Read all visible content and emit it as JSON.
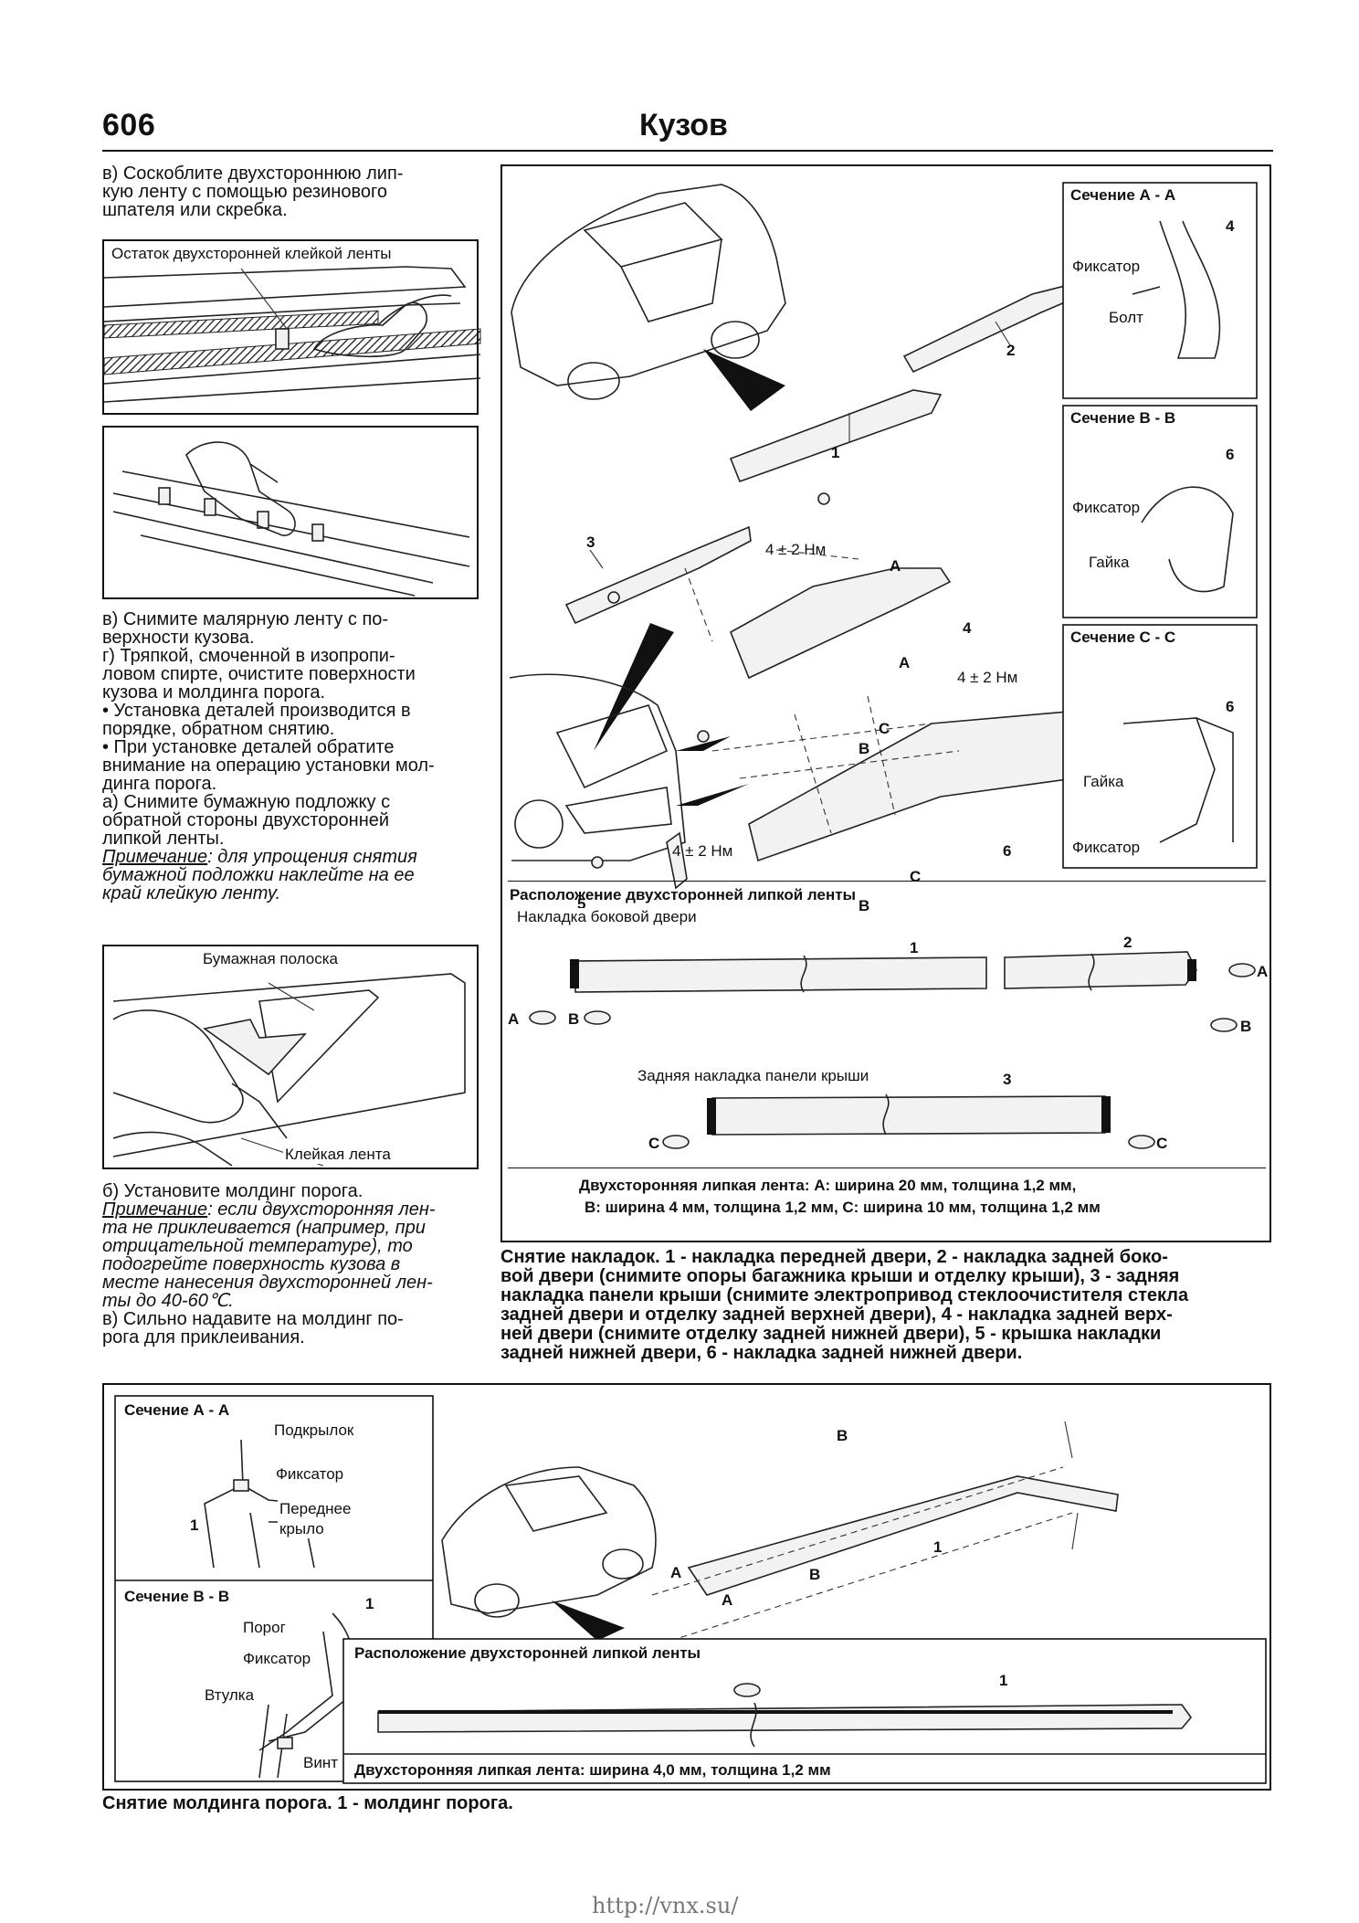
{
  "header": {
    "page_number": "606",
    "title": "Кузов"
  },
  "left_column": {
    "para1": [
      "в) Соскоблите двухстороннюю лип-",
      "кую ленту с помощью резинового",
      "шпателя или скребка."
    ],
    "fig1_label": "Остаток двухсторонней клейкой ленты",
    "para2": [
      "в) Снимите малярную ленту с по-",
      "верхности кузова.",
      "г) Тряпкой, смоченной в изопропи-",
      "ловом спирте, очистите поверхности",
      "кузова и молдинга порога.",
      "• Установка деталей производится в",
      "порядке, обратном снятию.",
      "• При установке деталей обратите",
      "внимание на операцию установки мол-",
      "динга порога.",
      "а) Снимите бумажную подложку с",
      "обратной стороны двухсторонней",
      "липкой ленты."
    ],
    "note1_label": "Примечание",
    "note1": [
      ": для упрощения снятия",
      "бумажной подложки наклейте на ее",
      "край клейкую ленту."
    ],
    "fig3_label_top": "Бумажная полоска",
    "fig3_label_bottom": "Клейкая лента",
    "para3": "б) Установите молдинг порога.",
    "note2_label": "Примечание",
    "note2": [
      ": если двухсторонняя лен-",
      "та не приклеивается (например, при",
      "отрицательной температуре), то",
      "подогрейте поверхность кузова в",
      "месте нанесения двухсторонней лен-",
      "ты до 40-60℃."
    ],
    "para4": [
      "в) Сильно надавите на молдинг по-",
      "рога для приклеивания."
    ]
  },
  "big_figure": {
    "section_aa": {
      "title": "Сечение А - А",
      "num": "4",
      "l1": "Фиксатор",
      "l2": "Болт"
    },
    "section_bb": {
      "title": "Сечение В - В",
      "num": "6",
      "l1": "Фиксатор",
      "l2": "Гайка"
    },
    "section_cc": {
      "title": "Сечение С - С",
      "num": "6",
      "l1": "Гайка",
      "l2": "Фиксатор"
    },
    "torque1": "4 ± 2 Нм",
    "torque2": "4 ± 2 Нм",
    "torque3": "4 ± 2 Нм",
    "nums": {
      "n1": "1",
      "n2": "2",
      "n3": "3",
      "n4": "4",
      "n5": "5",
      "n6": "6"
    },
    "letters": {
      "A": "A",
      "B": "B",
      "C": "C"
    },
    "tape_title": "Расположение двухсторонней липкой ленты",
    "tape_sub1": "Накладка боковой двери",
    "tape_sub2": "Задняя накладка панели крыши",
    "tape_spec": [
      "Двухсторонняя липкая лента: А: ширина 20 мм, толщина 1,2 мм,",
      "В: ширина 4 мм, толщина 1,2 мм, С: ширина 10 мм, толщина 1,2 мм"
    ]
  },
  "caption1": [
    "Снятие накладок. 1 - накладка передней двери, 2 - накладка задней боко-",
    "вой двери (снимите опоры багажника крыши и отделку крыши), 3 - задняя",
    "накладка панели крыши (снимите электропривод стеклоочистителя стекла",
    "задней двери и отделку задней верхней двери), 4 - накладка задней верх-",
    "ней двери (снимите отделку задней нижней двери), 5 - крышка накладки",
    "задней нижней двери, 6 - накладка задней нижней двери."
  ],
  "bottom_figure": {
    "sec_aa": {
      "title": "Сечение А - А",
      "l1": "Подкрылок",
      "l2": "Фиксатор",
      "l3": "Переднее",
      "l4": "крыло",
      "num": "1"
    },
    "sec_bb": {
      "title": "Сечение В - В",
      "l1": "Порог",
      "l2": "Фиксатор",
      "l3": "Втулка",
      "l4": "Винт",
      "num": "1"
    },
    "letters": {
      "A": "A",
      "B": "B"
    },
    "num1": "1",
    "tape_title": "Расположение двухсторонней липкой ленты",
    "tape_spec": "Двухсторонняя липкая лента: ширина 4,0 мм, толщина 1,2 мм"
  },
  "caption2": "Снятие молдинга порога. 1 - молдинг порога.",
  "footer_url": "http://vnx.su/"
}
